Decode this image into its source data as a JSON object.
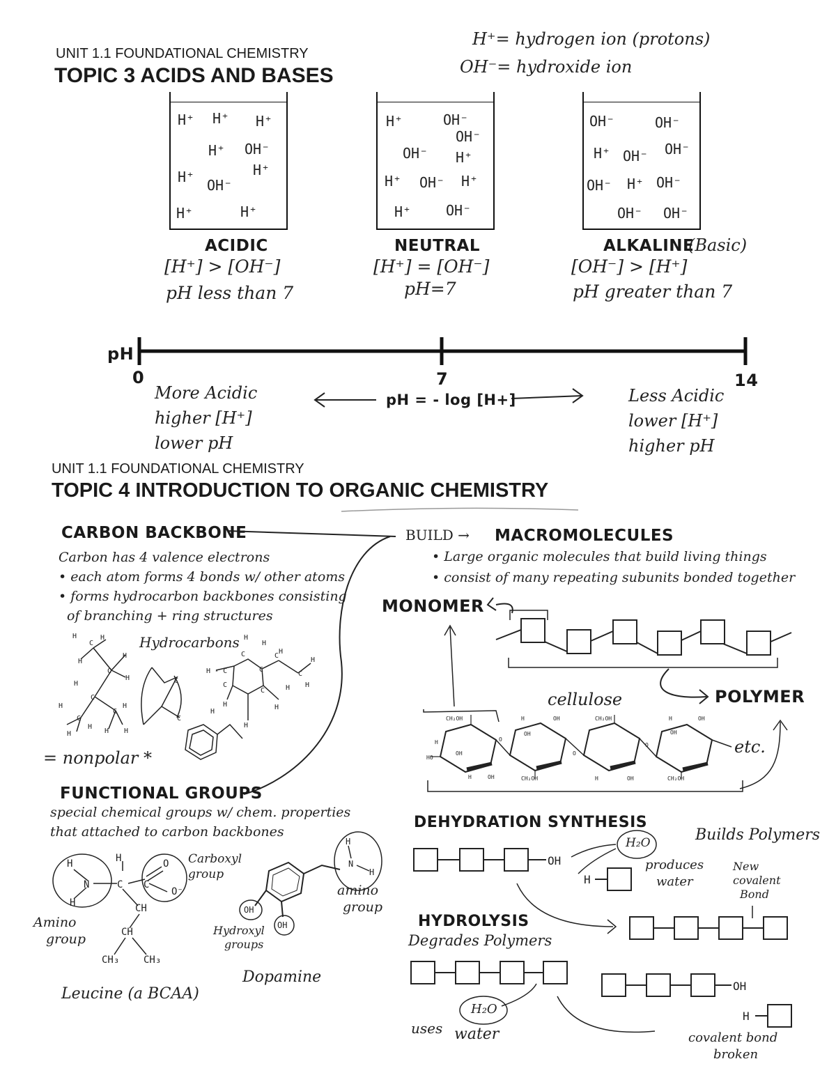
{
  "topic3": {
    "unit": "UNIT 1.1 FOUNDATIONAL CHEMISTRY",
    "title": "TOPIC 3 ACIDS AND BASES",
    "legend": [
      "H⁺= hydrogen ion (protons)",
      "OH⁻= hydroxide ion"
    ],
    "beakers": [
      {
        "label": "ACIDIC",
        "eq": "[H⁺] > [OH⁻]",
        "ph": "pH less than 7",
        "ions": [
          "H⁺",
          "H⁺",
          "H⁺",
          "H⁺",
          "OH⁻",
          "H⁺",
          "H⁺",
          "OH⁻",
          "H⁺",
          "H⁺"
        ]
      },
      {
        "label": "NEUTRAL",
        "eq": "[H⁺] = [OH⁻]",
        "ph": "pH=7",
        "ions": [
          "H⁺",
          "OH⁻",
          "OH⁻",
          "OH⁻",
          "H⁺",
          "H⁺",
          "OH⁻",
          "H⁺",
          "H⁺",
          "OH⁻"
        ]
      },
      {
        "label": "ALKALINE",
        "label_note": "(Basic)",
        "eq": "[OH⁻] > [H⁺]",
        "ph": "pH greater than 7",
        "ions": [
          "OH⁻",
          "OH⁻",
          "H⁺",
          "OH⁻",
          "OH⁻",
          "OH⁻",
          "H⁺",
          "OH⁻",
          "OH⁻",
          "OH⁻"
        ]
      }
    ],
    "scale": {
      "label": "pH",
      "min": "0",
      "mid": "7",
      "max": "14",
      "formula": "pH = - log [H+]",
      "left_notes": [
        "More Acidic",
        "higher [H⁺]",
        "lower pH"
      ],
      "right_notes": [
        "Less Acidic",
        "lower [H⁺]",
        "higher pH"
      ]
    }
  },
  "topic4": {
    "unit": "UNIT 1.1 FOUNDATIONAL CHEMISTRY",
    "title": "TOPIC 4 INTRODUCTION TO ORGANIC CHEMISTRY",
    "carbon": {
      "heading": "CARBON BACKBONE",
      "notes": [
        "Carbon has 4 valence electrons",
        "• each atom forms 4 bonds w/ other atoms",
        "• forms hydrocarbon backbones consisting",
        "of branching + ring structures"
      ],
      "hydrocarbons_label": "Hydrocarbons",
      "nonpolar": "= nonpolar *"
    },
    "build": {
      "label": "BUILD →",
      "heading": "MACROMOLECULES",
      "notes": [
        "• Large organic molecules that build living things",
        "• consist of many repeating subunits bonded together"
      ]
    },
    "monomer": "MONOMER",
    "polymer": "POLYMER",
    "cellulose": "cellulose",
    "etc": "etc.",
    "functional": {
      "heading": "FUNCTIONAL GROUPS",
      "notes": [
        "special chemical groups w/ chem. properties",
        "that attached to carbon backbones"
      ],
      "carboxyl": [
        "Carboxyl",
        "group"
      ],
      "amino_left": [
        "Amino",
        "group"
      ],
      "amino_right": [
        "amino",
        "group"
      ],
      "hydroxyl": [
        "Hydroxyl",
        "groups"
      ],
      "leucine": "Leucine (a BCAA)",
      "dopamine": "Dopamine"
    },
    "dehydration": {
      "heading": "DEHYDRATION SYNTHESIS",
      "builds": "Builds Polymers",
      "produces": [
        "produces",
        "water"
      ],
      "new_bond": [
        "New",
        "covalent",
        "Bond"
      ],
      "water": "H₂O"
    },
    "hydrolysis": {
      "heading": "HYDROLYSIS",
      "degrades": "Degrades Polymers",
      "uses": "uses",
      "uses_water": "water",
      "broken": [
        "covalent bond",
        "broken"
      ],
      "water": "H₂O"
    }
  }
}
